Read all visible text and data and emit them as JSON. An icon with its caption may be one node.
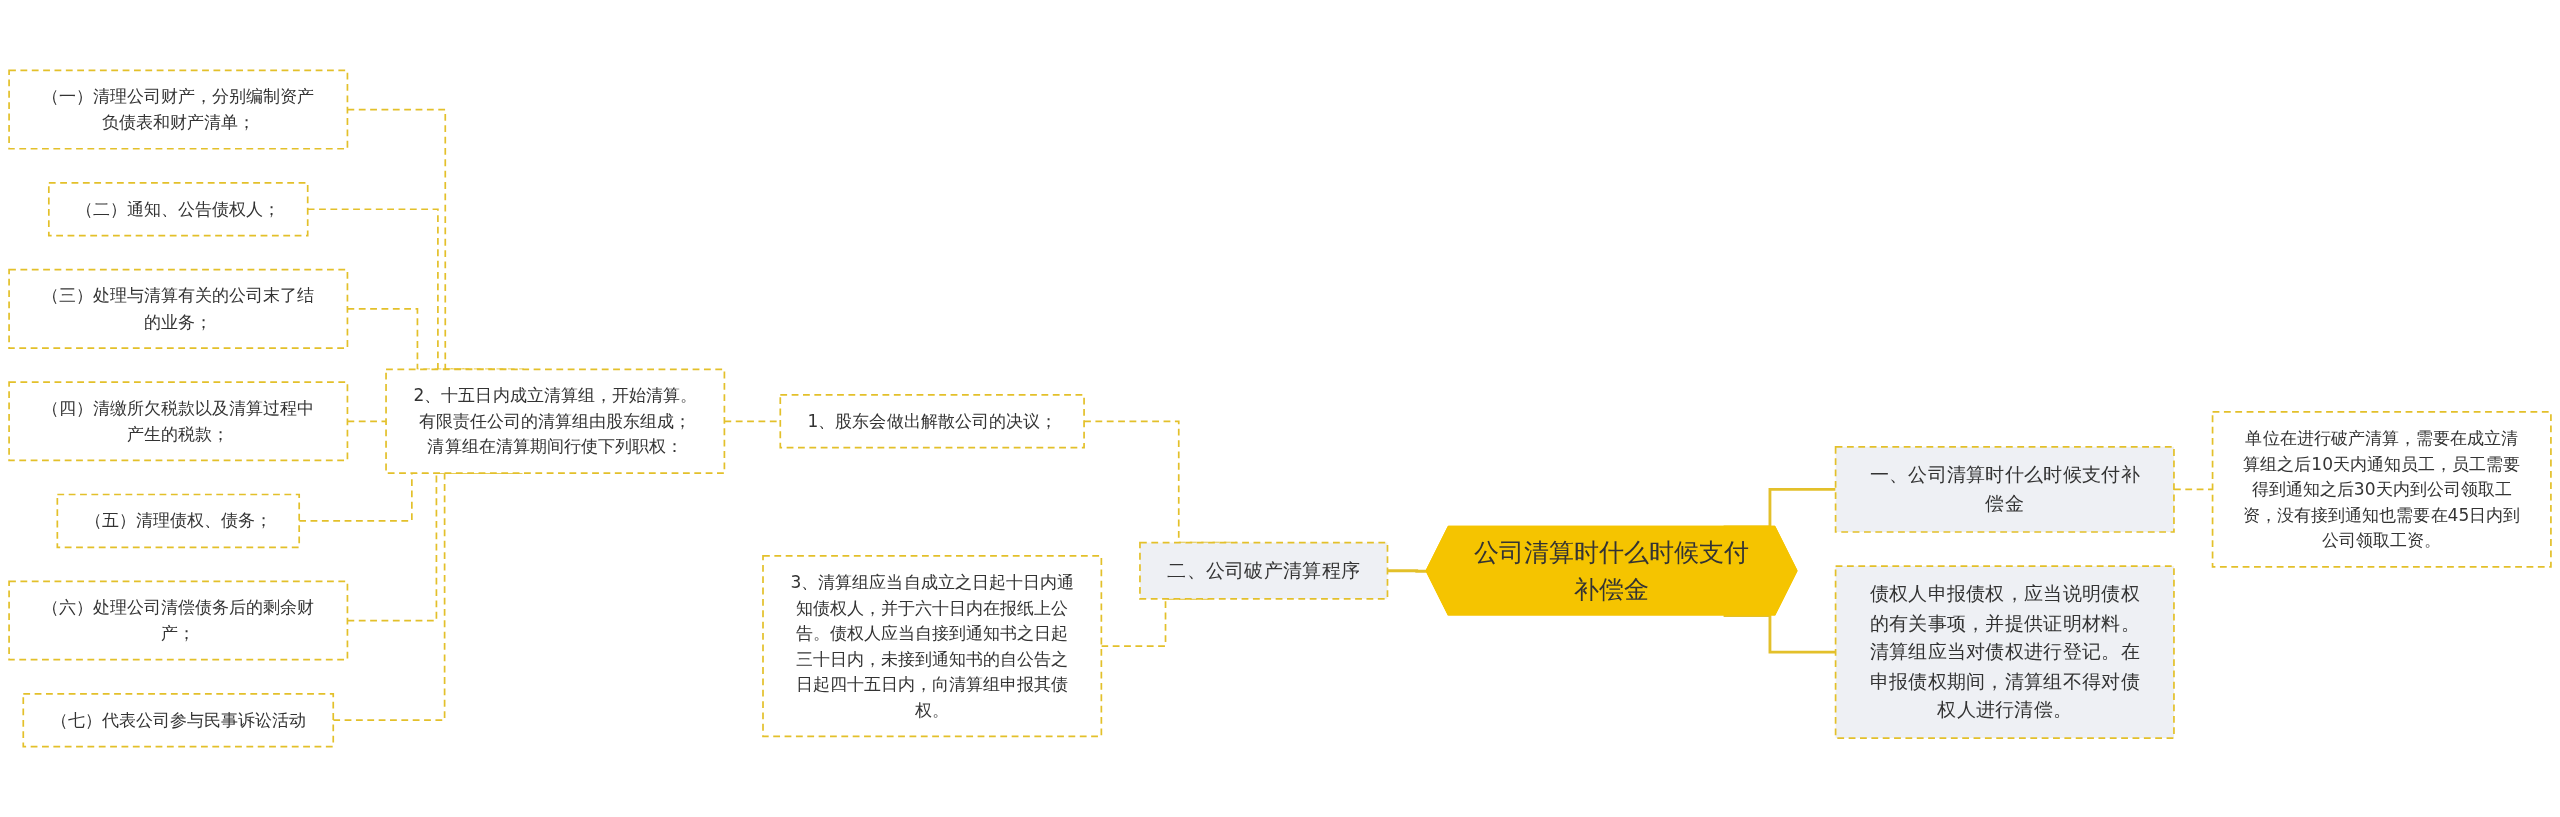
{
  "diagram": {
    "nodes": [
      {
        "text": [
          "公司清算时什么时候支付补偿金"
        ]
      },
      {
        "text": [
          "一、公司清算时什么时候支付补偿金"
        ]
      },
      {
        "text": [
          "单位在进行破产清算，需要在成立清算组之后10天内通知员工，员工需要得到通知之后30天内到公司领取工资，没有接到通知也需要在45日内到公司领取工资。"
        ]
      },
      {
        "text": [
          "债权人申报债权，应当说明债权的有关事项，并提供证明材料。清算组应当对债权进行登记。在申报债权期间，清算组不得对债权人进行清偿。"
        ]
      },
      {
        "text": [
          "二、公司破产清算程序"
        ]
      },
      {
        "text": [
          "1、股东会做出解散公司的决议；"
        ]
      },
      {
        "text": [
          "2、十五日内成立清算组，开始清算。有限责任公司的清算组由股东组成；清算组在清算期间行使下列职权："
        ]
      },
      {
        "text": [
          "（一）清理公司财产，分别编制资产负债表和财产清单；"
        ]
      },
      {
        "text": [
          "（二）通知、公告债权人；"
        ]
      },
      {
        "text": [
          "（三）处理与清算有关的公司末了结的业务；"
        ]
      },
      {
        "text": [
          "（四）清缴所欠税款以及清算过程中产生的税款；"
        ]
      },
      {
        "text": [
          "（五）清理债权、债务；"
        ]
      },
      {
        "text": [
          "（六）处理公司清偿债务后的剩余财产；"
        ]
      },
      {
        "text": [
          "（七）代表公司参与民事诉讼活动"
        ]
      },
      {
        "text": [
          "3、清算组应当自成立之日起十日内通知债权人，并于六十日内在报纸上公告。债权人应当自接到通知书之日起三十日内，未接到通知书的自公告之日起四十五日内，向清算组申报其债权。"
        ]
      }
    ],
    "edges": [
      {
        "from": 0,
        "to": 1,
        "arrow": "none"
      },
      {
        "from": 1,
        "to": 2,
        "arrow": "none",
        "style": "dashed"
      },
      {
        "from": 0,
        "to": 3,
        "arrow": "none"
      },
      {
        "from": 4,
        "to": 0,
        "arrow": "none"
      },
      {
        "from": 5,
        "to": 4,
        "arrow": "none",
        "style": "dashed"
      },
      {
        "from": 6,
        "to": 5,
        "arrow": "none",
        "style": "dashed"
      },
      {
        "from": 7,
        "to": 6,
        "arrow": "none",
        "style": "dashed"
      },
      {
        "from": 8,
        "to": 6,
        "arrow": "none",
        "style": "dashed"
      },
      {
        "from": 9,
        "to": 6,
        "arrow": "none",
        "style": "dashed"
      },
      {
        "from": 10,
        "to": 6,
        "arrow": "none",
        "style": "dashed"
      },
      {
        "from": 11,
        "to": 6,
        "arrow": "none",
        "style": "dashed"
      },
      {
        "from": 12,
        "to": 6,
        "arrow": "none",
        "style": "dashed"
      },
      {
        "from": 13,
        "to": 6,
        "arrow": "none",
        "style": "dashed"
      },
      {
        "from": 14,
        "to": 4,
        "arrow": "none",
        "style": "dashed"
      }
    ]
  }
}
